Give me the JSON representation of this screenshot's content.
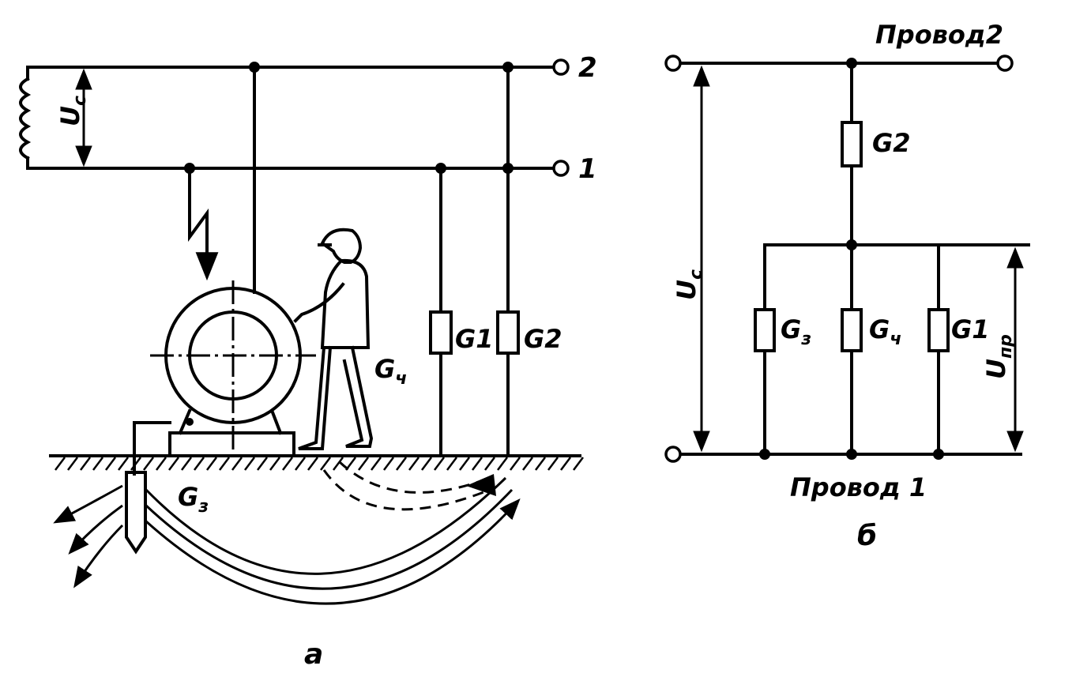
{
  "panel_a": {
    "label": "a",
    "terminal_2": "2",
    "terminal_1": "1",
    "source_voltage": "U",
    "source_voltage_sub": "c",
    "resistor_1": "G1",
    "resistor_2": "G2",
    "body": "G",
    "body_sub": "ч",
    "ground": "G",
    "ground_sub": "з"
  },
  "panel_b": {
    "label": "б",
    "wire_2": "Провод2",
    "wire_1": "Провод 1",
    "source_voltage": "U",
    "source_voltage_sub": "c",
    "touch_voltage": "U",
    "touch_voltage_sub": "пр",
    "resistor_2": "G2",
    "ground": "G",
    "ground_sub": "з",
    "body": "G",
    "body_sub": "ч",
    "resistor_1": "G1"
  }
}
